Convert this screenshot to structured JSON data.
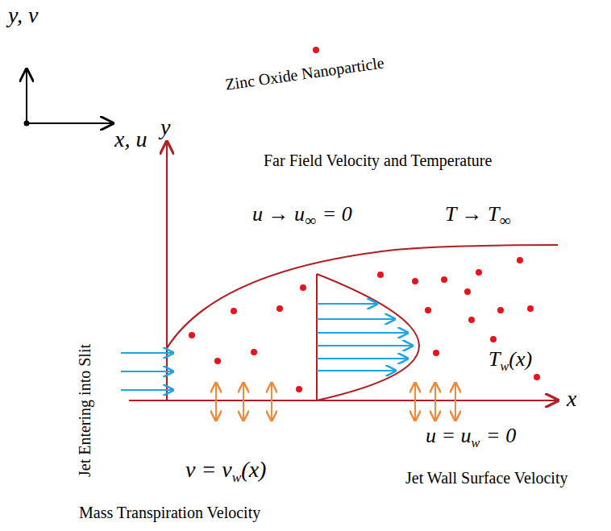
{
  "diagram": {
    "labels": [
      "y, v",
      "x, u",
      "Zinc Oxide Nanoparticle",
      "y",
      "Far Field Velocity and Temperature",
      "u → u",
      "∞",
      "= 0",
      "T → T",
      "∞",
      "Jet Entering into Slit",
      "T",
      "w",
      "(x)",
      "x",
      "u = u",
      "w",
      "= 0",
      "v = v",
      "w",
      "(x)",
      "Jet Wall Surface Velocity",
      "Mass Transpiration Velocity"
    ]
  }
}
